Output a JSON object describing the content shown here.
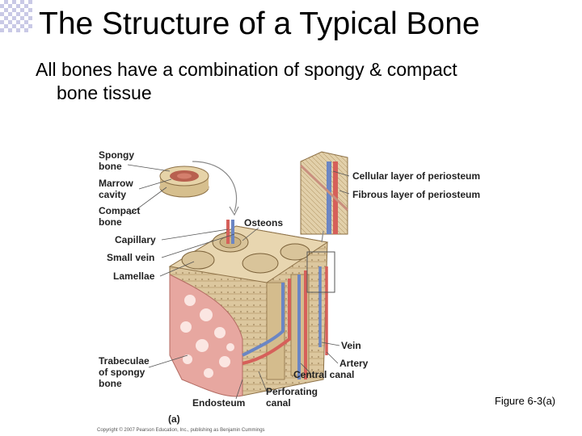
{
  "slide": {
    "title": "The Structure of a Typical Bone",
    "bullet_line1": "All bones have a combination of spongy & compact",
    "bullet_line2": "bone tissue"
  },
  "figure": {
    "caption": "Figure 6-3(a)",
    "panel_label": "(a)",
    "copyright": "Copyright © 2007 Pearson Education, Inc., publishing as Benjamin Cummings",
    "labels": {
      "spongy_bone_1": "Spongy",
      "spongy_bone_2": "bone",
      "marrow_cavity_1": "Marrow",
      "marrow_cavity_2": "cavity",
      "compact_bone_1": "Compact",
      "compact_bone_2": "bone",
      "capillary": "Capillary",
      "small_vein": "Small vein",
      "lamellae": "Lamellae",
      "osteons": "Osteons",
      "cellular_periosteum": "Cellular layer of periosteum",
      "fibrous_periosteum": "Fibrous layer of periosteum",
      "vein": "Vein",
      "artery": "Artery",
      "central_canal": "Central canal",
      "perforating_canal_1": "Perforating",
      "perforating_canal_2": "canal",
      "endosteum": "Endosteum",
      "trabeculae_1": "Trabeculae",
      "trabeculae_2": "of spongy",
      "trabeculae_3": "bone"
    }
  },
  "colors": {
    "bone_tan": "#d9c49a",
    "bone_dark": "#b49868",
    "spongy_pink": "#e7a7a0",
    "vein_blue": "#6b86c4",
    "artery_red": "#d6605a",
    "template_checker": "#c9c9e6"
  }
}
